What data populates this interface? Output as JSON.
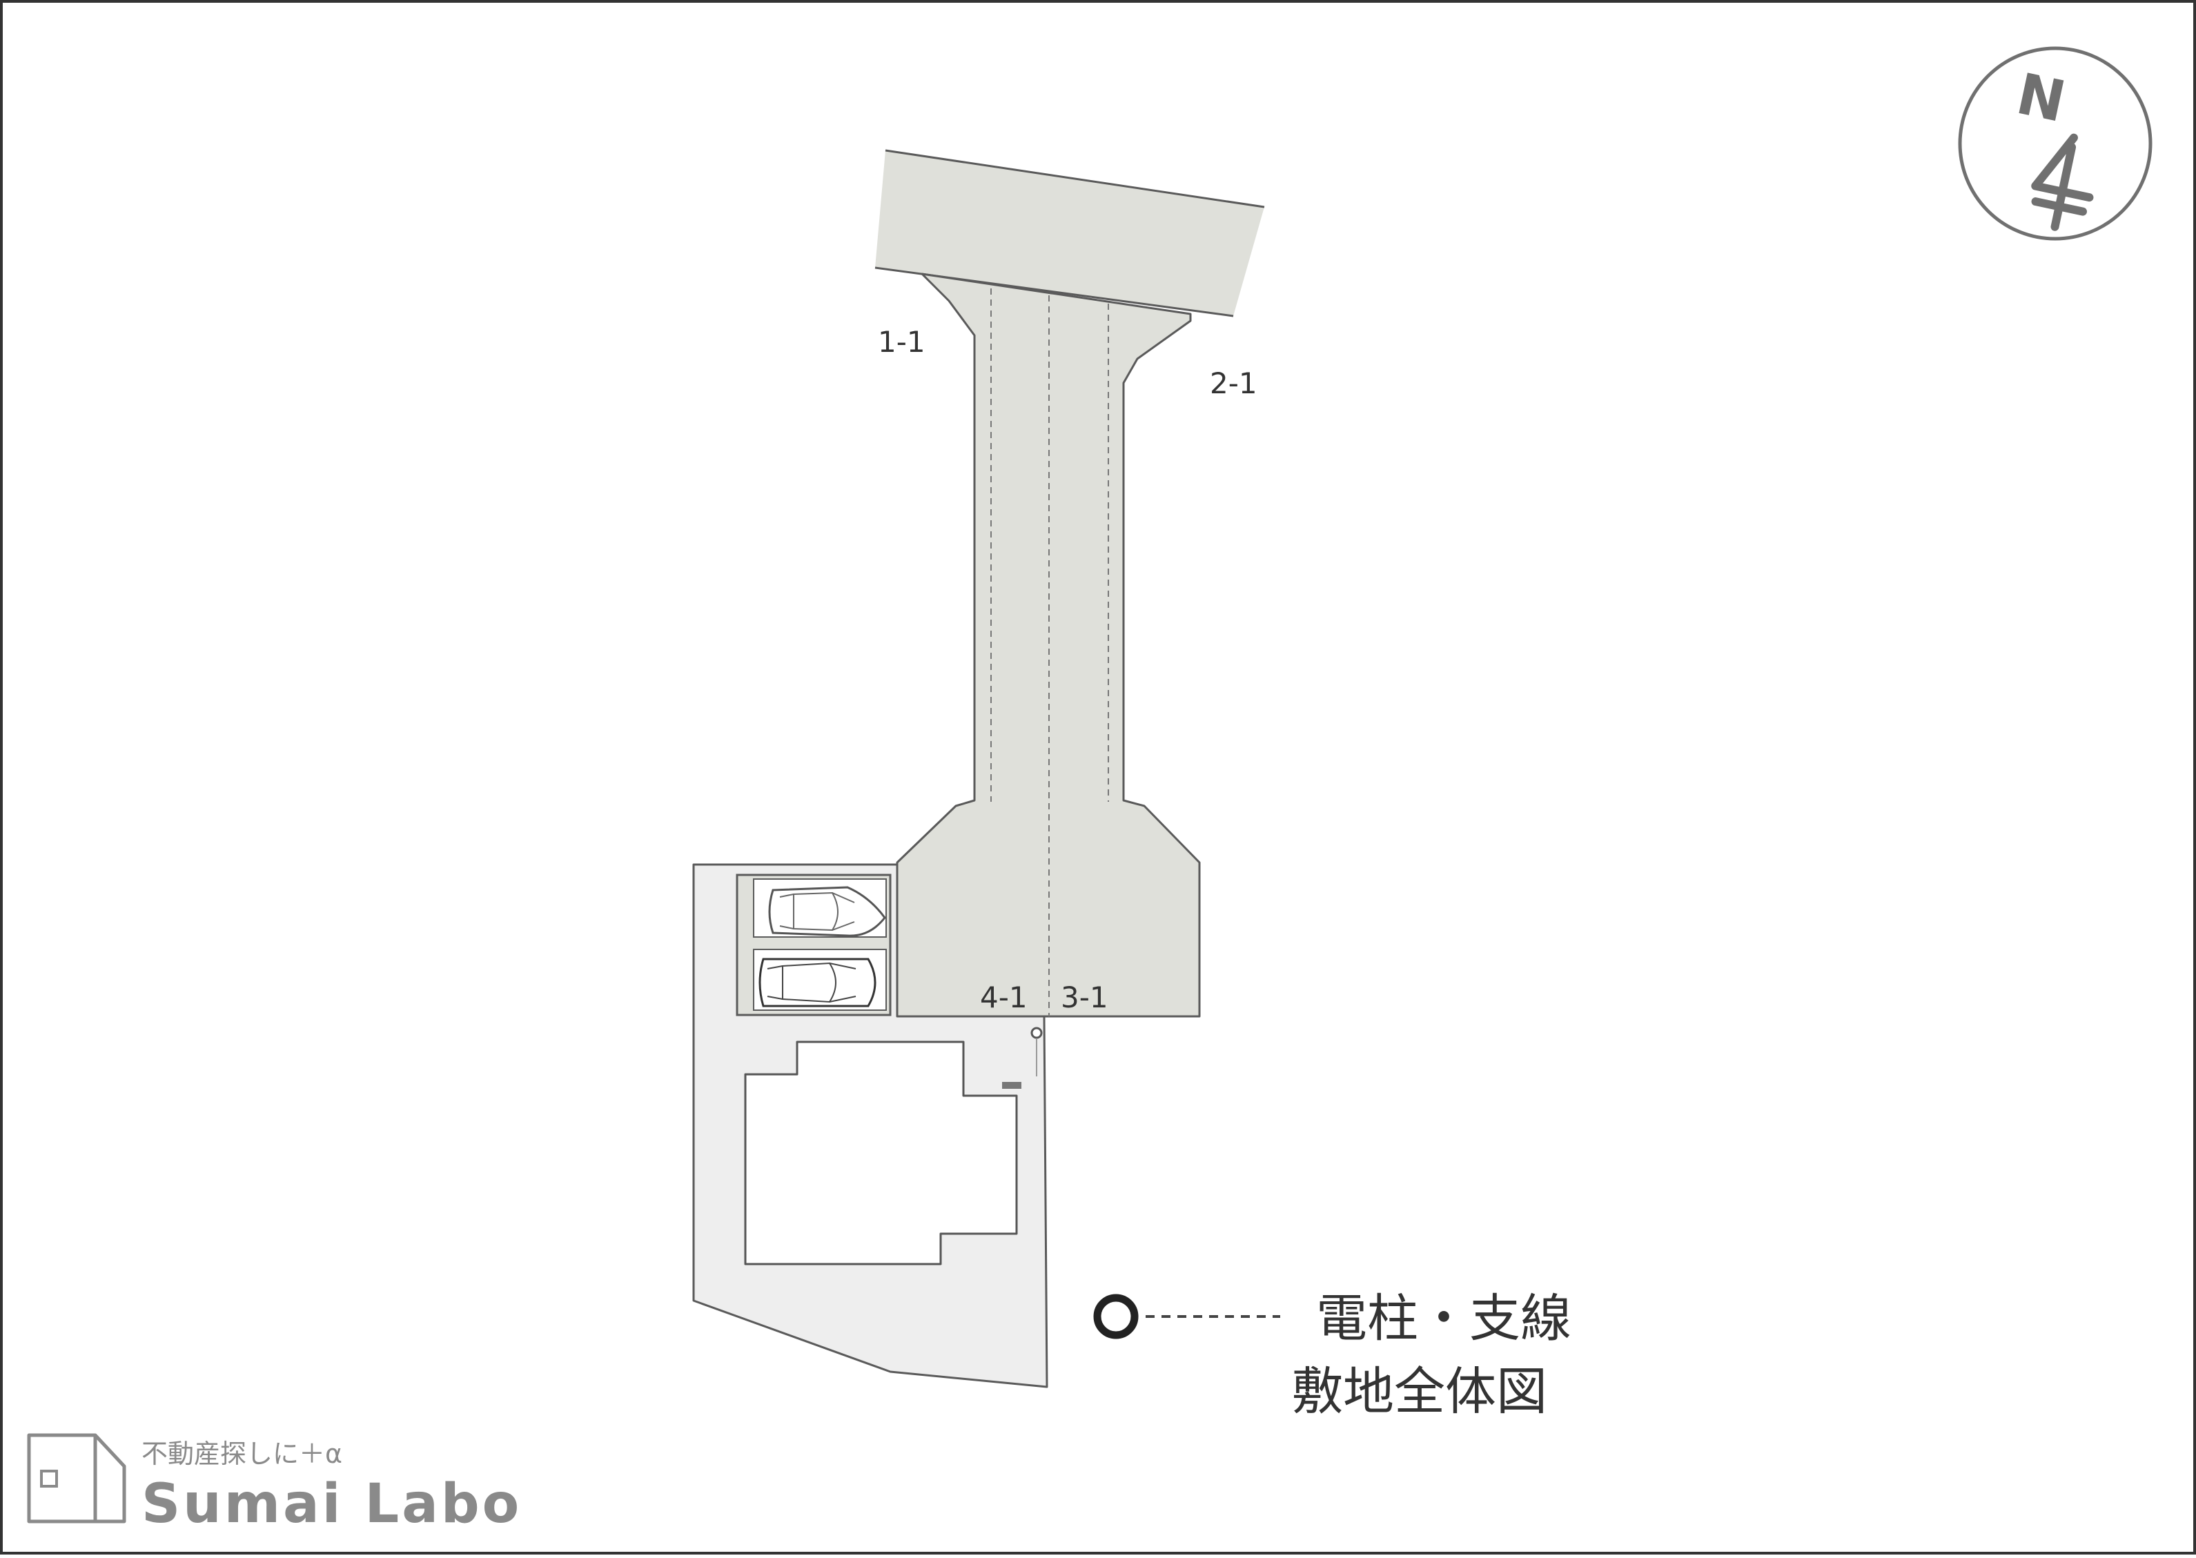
{
  "lot_labels": {
    "lot_1_1": "1-1",
    "lot_2_1": "2-1",
    "lot_3_1": "3-1",
    "lot_4_1": "4-1"
  },
  "compass": {
    "letter": "N"
  },
  "legend": {
    "pole_label": "電柱・支線",
    "title": "敷地全体図"
  },
  "brand": {
    "tagline": "不動産探しに＋α",
    "name": "Sumai Labo"
  },
  "colors": {
    "road": "#dfe0da",
    "site": "#eeeeee",
    "outline": "#666666",
    "text": "#333333",
    "brand": "#8a8a8a"
  }
}
